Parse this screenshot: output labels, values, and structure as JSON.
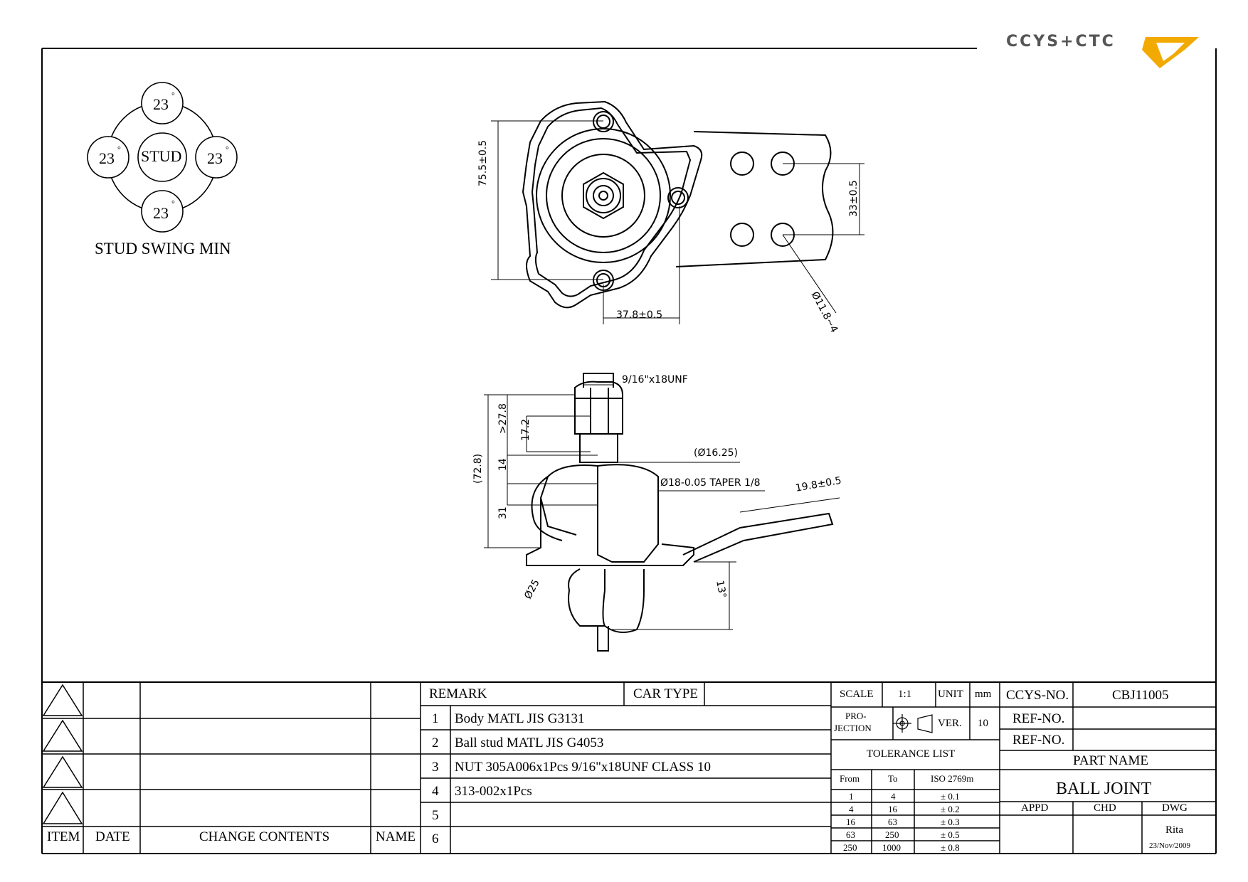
{
  "logo": {
    "text": "CCYS+CTC",
    "accent_color": "#f2a900",
    "gray_color": "#555555"
  },
  "stud_swing": {
    "caption": "STUD SWING MIN",
    "center_label": "STUD",
    "angles": [
      "23",
      "23",
      "23",
      "23"
    ],
    "degree_symbol": "°"
  },
  "dimensions_top": {
    "height": "75.5±0.5",
    "offset": "37.8±0.5",
    "hole_spacing": "33±0.5",
    "hole_dia": "Ø11.8~4"
  },
  "dimensions_side": {
    "thread": "9/16\"x18UNF",
    "overall": "(72.8)",
    "stud_len": ">27.8",
    "nut_len": "17.2",
    "d1": "14",
    "d2": "31",
    "dia_nut": "(Ø16.25)",
    "taper": "Ø18-0.05 TAPER 1/8",
    "arm_offset": "19.8±0.5",
    "ball_dia": "Ø25",
    "angle": "13°"
  },
  "title_block": {
    "change_headers": {
      "item": "ITEM",
      "date": "DATE",
      "contents": "CHANGE CONTENTS",
      "name": "NAME"
    },
    "remark_label": "REMARK",
    "car_type_label": "CAR TYPE",
    "remarks": [
      {
        "no": "1",
        "text": "Body MATL JIS G3131"
      },
      {
        "no": "2",
        "text": "Ball stud MATL JIS G4053"
      },
      {
        "no": "3",
        "text": "NUT 305A006x1Pcs 9/16\"x18UNF CLASS 10"
      },
      {
        "no": "4",
        "text": "313-002x1Pcs"
      },
      {
        "no": "5",
        "text": ""
      },
      {
        "no": "6",
        "text": ""
      }
    ],
    "scale_label": "SCALE",
    "scale_value": "1:1",
    "unit_label": "UNIT",
    "unit_value": "mm",
    "projection_label_1": "PRO-",
    "projection_label_2": "JECTION",
    "ver_label": "VER.",
    "ver_value": "10",
    "tolerance_title": "TOLERANCE LIST",
    "tolerance_headers": {
      "from": "From",
      "to": "To",
      "iso": "ISO 2769m"
    },
    "tolerance_rows": [
      {
        "from": "1",
        "to": "4",
        "tol": "± 0.1"
      },
      {
        "from": "4",
        "to": "16",
        "tol": "± 0.2"
      },
      {
        "from": "16",
        "to": "63",
        "tol": "± 0.3"
      },
      {
        "from": "63",
        "to": "250",
        "tol": "± 0.5"
      },
      {
        "from": "250",
        "to": "1000",
        "tol": "± 0.8"
      }
    ],
    "ccys_no_label": "CCYS-NO.",
    "ccys_no_value": "CBJ11005",
    "ref_no_label_1": "REF-NO.",
    "ref_no_label_2": "REF-NO.",
    "part_name_label": "PART NAME",
    "part_name_value": "BALL JOINT",
    "appd_label": "APPD",
    "chd_label": "CHD",
    "dwg_label": "DWG",
    "dwg_name": "Rita",
    "dwg_date": "23/Nov/2009"
  }
}
